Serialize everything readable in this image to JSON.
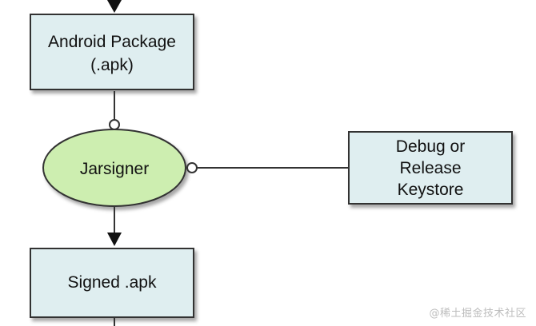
{
  "nodes": {
    "android_package": {
      "line1": "Android Package",
      "line2": "(.apk)"
    },
    "jarsigner": {
      "label": "Jarsigner"
    },
    "keystore": {
      "line1": "Debug or",
      "line2": "Release",
      "line3": "Keystore"
    },
    "signed_apk": {
      "label": "Signed .apk"
    }
  },
  "watermark": "@稀土掘金技术社区",
  "colors": {
    "box_fill": "#dfeef0",
    "box_stroke": "#333333",
    "ellipse_fill": "#cdeeb0",
    "ellipse_stroke": "#333333",
    "connector": "#333333"
  }
}
